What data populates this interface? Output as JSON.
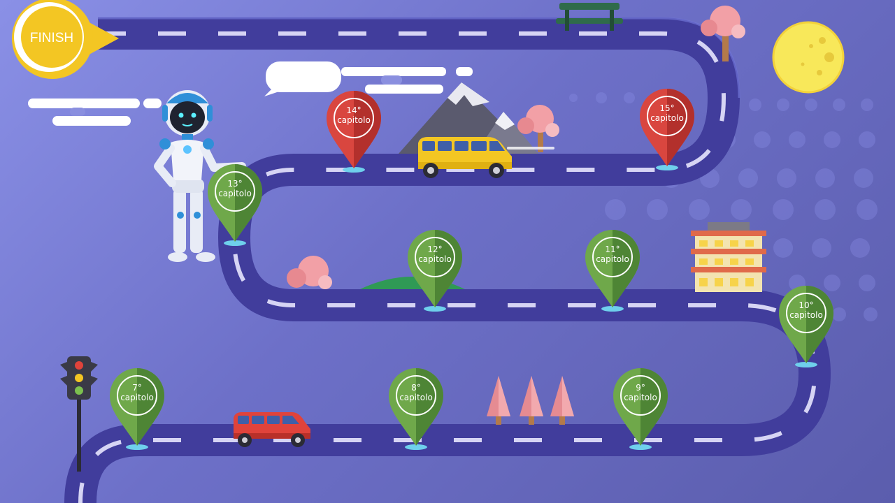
{
  "finish": {
    "label": "FINISH"
  },
  "chapters": [
    {
      "id": "7",
      "number": "7°",
      "word": "capitolo",
      "state": "done"
    },
    {
      "id": "8",
      "number": "8°",
      "word": "capitolo",
      "state": "done"
    },
    {
      "id": "9",
      "number": "9°",
      "word": "capitolo",
      "state": "done"
    },
    {
      "id": "10",
      "number": "10°",
      "word": "capitolo",
      "state": "done"
    },
    {
      "id": "11",
      "number": "11°",
      "word": "capitolo",
      "state": "done"
    },
    {
      "id": "12",
      "number": "12°",
      "word": "capitolo",
      "state": "done"
    },
    {
      "id": "13",
      "number": "13°",
      "word": "capitolo",
      "state": "done"
    },
    {
      "id": "14",
      "number": "14°",
      "word": "capitolo",
      "state": "locked"
    },
    {
      "id": "15",
      "number": "15°",
      "word": "capitolo",
      "state": "locked"
    }
  ],
  "colors": {
    "road": "#413d9c",
    "road_dash": "#d6d4f4",
    "pin_done": "#6fa84a",
    "pin_done_dark": "#4e8535",
    "pin_locked": "#d9463f",
    "pin_locked_dark": "#b3302c",
    "finish_yellow": "#f3c623",
    "moon": "#f8e85a",
    "blossom": "#f2a0a6"
  },
  "icons": {
    "moon": "moon-icon",
    "robot": "robot-character",
    "traffic_light": "traffic-light-icon",
    "yellow_van": "yellow-van-icon",
    "red_car": "red-car-icon"
  }
}
